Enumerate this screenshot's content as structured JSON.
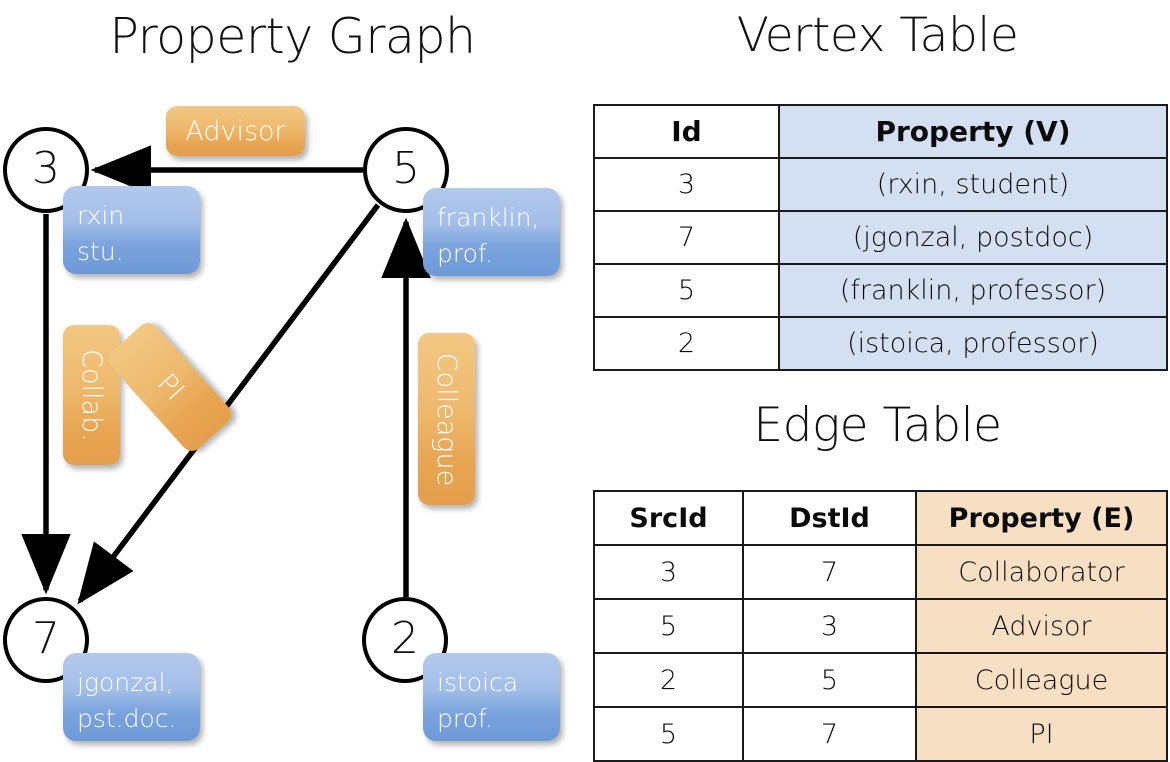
{
  "titles": {
    "property_graph": "Property Graph",
    "vertex_table": "Vertex Table",
    "edge_table": "Edge Table"
  },
  "graph": {
    "nodes": [
      {
        "id": "3",
        "property_line1": "rxin",
        "property_line2": "stu."
      },
      {
        "id": "5",
        "property_line1": "franklin,",
        "property_line2": "prof."
      },
      {
        "id": "7",
        "property_line1": "jgonzal,",
        "property_line2": "pst.doc."
      },
      {
        "id": "2",
        "property_line1": "istoica",
        "property_line2": "prof."
      }
    ],
    "edge_labels": [
      {
        "name": "advisor",
        "text": "Advisor"
      },
      {
        "name": "collab",
        "text": "Collab."
      },
      {
        "name": "pi",
        "text": "PI"
      },
      {
        "name": "colleague",
        "text": "Colleague"
      }
    ],
    "edges": [
      {
        "src": "5",
        "dst": "3",
        "label": "Advisor"
      },
      {
        "src": "3",
        "dst": "7",
        "label": "Collab."
      },
      {
        "src": "5",
        "dst": "7",
        "label": "PI"
      },
      {
        "src": "2",
        "dst": "5",
        "label": "Colleague"
      }
    ]
  },
  "vertex_table": {
    "headers": [
      "Id",
      "Property (V)"
    ],
    "rows": [
      {
        "id": "3",
        "property": "(rxin, student)"
      },
      {
        "id": "7",
        "property": "(jgonzal, postdoc)"
      },
      {
        "id": "5",
        "property": "(franklin, professor)"
      },
      {
        "id": "2",
        "property": "(istoica, professor)"
      }
    ]
  },
  "edge_table": {
    "headers": [
      "SrcId",
      "DstId",
      "Property (E)"
    ],
    "rows": [
      {
        "src": "3",
        "dst": "7",
        "property": "Collaborator"
      },
      {
        "src": "5",
        "dst": "3",
        "property": "Advisor"
      },
      {
        "src": "2",
        "dst": "5",
        "property": "Colleague"
      },
      {
        "src": "5",
        "dst": "7",
        "property": "PI"
      }
    ]
  },
  "colors": {
    "vertex_property_blue": "#7ca4dd",
    "edge_label_orange": "#e8a552",
    "vertex_table_highlight": "#d4e0f2",
    "edge_table_highlight": "#f7dfc4",
    "stroke": "#000000"
  }
}
